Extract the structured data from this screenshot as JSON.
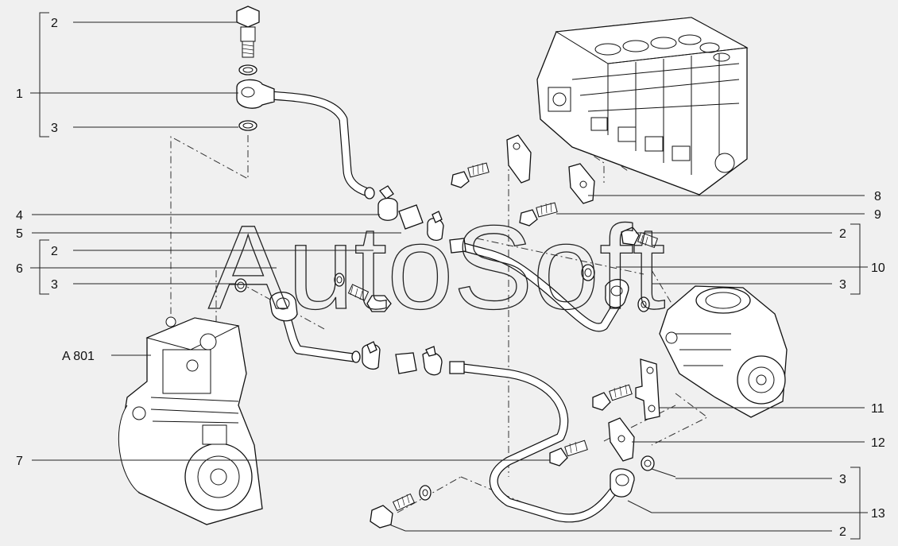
{
  "watermark": "AutoSoft",
  "callouts": {
    "left": [
      {
        "text": "2"
      },
      {
        "text": "1"
      },
      {
        "text": "3"
      },
      {
        "text": "4"
      },
      {
        "text": "5"
      },
      {
        "text": "2"
      },
      {
        "text": "6"
      },
      {
        "text": "3"
      },
      {
        "text": "A 801"
      },
      {
        "text": "7"
      }
    ],
    "right": [
      {
        "text": "8"
      },
      {
        "text": "9"
      },
      {
        "text": "2"
      },
      {
        "text": "10"
      },
      {
        "text": "3"
      },
      {
        "text": "11"
      },
      {
        "text": "12"
      },
      {
        "text": "3"
      },
      {
        "text": "13"
      },
      {
        "text": "2"
      }
    ]
  }
}
